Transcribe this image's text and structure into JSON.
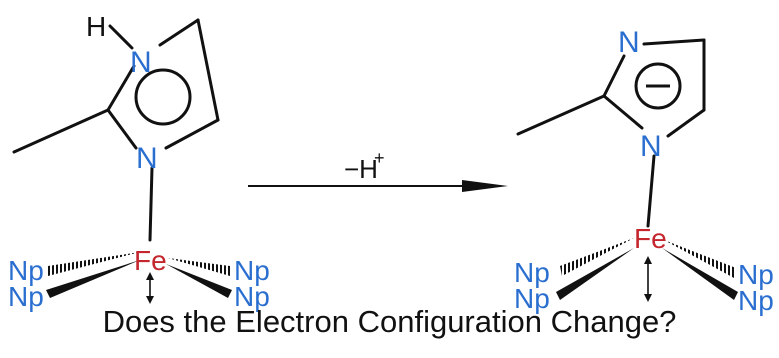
{
  "colors": {
    "ink": "#111111",
    "nitrogen": "#2a6fd0",
    "iron": "#c4262e"
  },
  "left_molecule": {
    "h_atom": "H",
    "n_top": "N",
    "n_bottom": "N",
    "metal": "Fe",
    "ligands": [
      "Np",
      "Np",
      "Np",
      "Np"
    ]
  },
  "right_molecule": {
    "n_top": "N",
    "n_bottom": "N",
    "metal": "Fe",
    "ligands": [
      "Np",
      "Np",
      "Np",
      "Np"
    ]
  },
  "reaction": {
    "reagent": "−H",
    "charge": "+"
  },
  "caption": "Does the Electron Configuration Change?"
}
